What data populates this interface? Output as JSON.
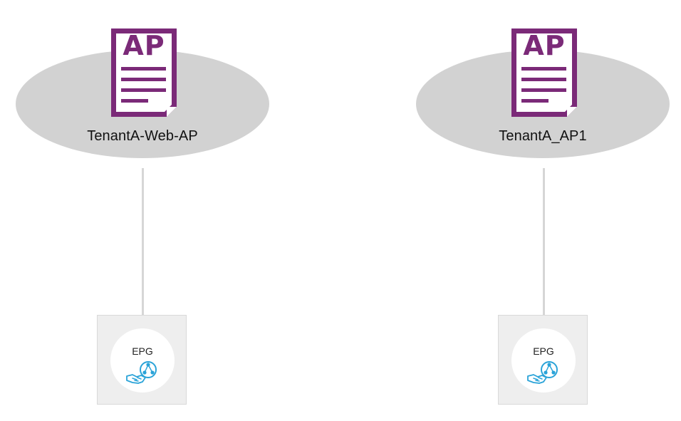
{
  "topology": {
    "nodes": [
      {
        "label": "TenantA-Web-AP",
        "badge": "AP",
        "epg": {
          "label": "EPG"
        }
      },
      {
        "label": "TenantA_AP1",
        "badge": "AP",
        "epg": {
          "label": "EPG"
        }
      }
    ]
  },
  "colors": {
    "ap_icon": "#7b2a78",
    "ap_ellipse": "#d2d2d2",
    "epg_icon": "#2aa3d8",
    "connector": "#d6d6d6",
    "epg_tile": "#eeeeee"
  },
  "icons": {
    "ap": "application-profile-document-icon",
    "epg": "endpoint-group-handshake-icon"
  }
}
